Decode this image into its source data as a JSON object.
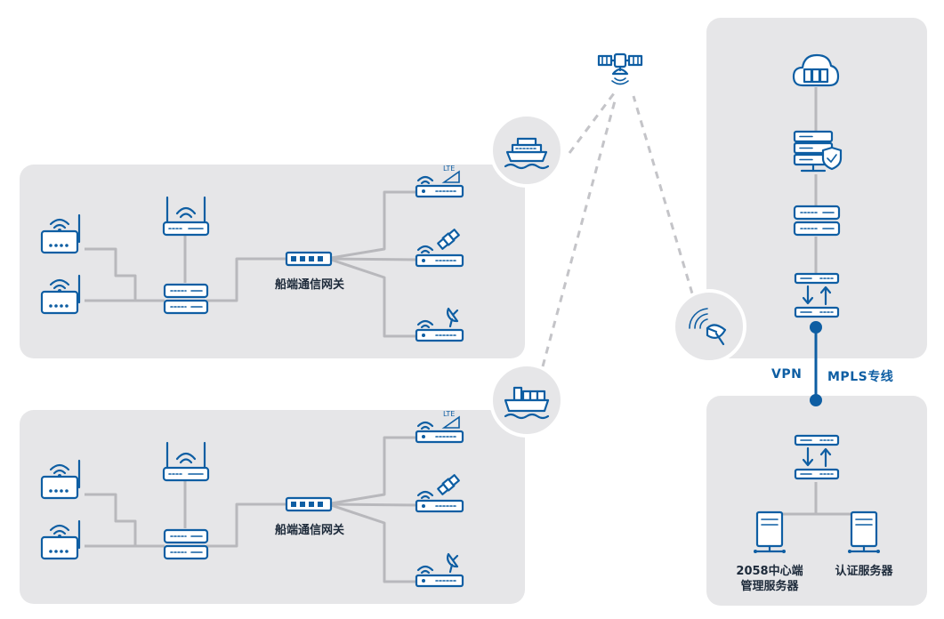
{
  "gateway_label_1": "船端通信网关",
  "gateway_label_2": "船端通信网关",
  "vpn_label": "VPN",
  "mpls_label": "MPLS专线",
  "server_2058_label_line1": "2058中心端",
  "server_2058_label_line2": "管理服务器",
  "auth_server_label": "认证服务器",
  "lte_text_1": "LTE",
  "lte_text_2": "LTE",
  "colors": {
    "accent": "#0e5ea3",
    "panel": "#e6e6e8",
    "line": "#b8b8bc",
    "dash": "#c4c4c8"
  }
}
